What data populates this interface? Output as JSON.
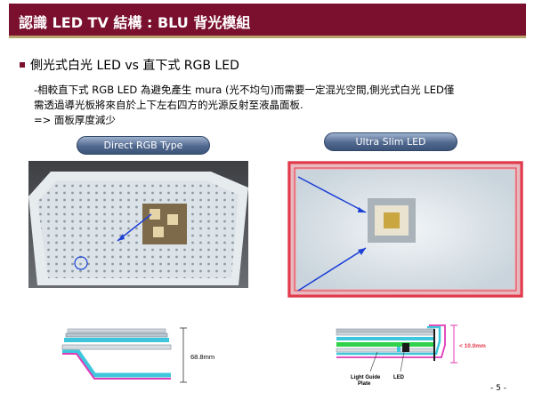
{
  "header": {
    "title": "認識 LED TV 結構 : BLU 背光模組"
  },
  "section": {
    "bullet": "側光式白光 LED vs 直下式 RGB LED",
    "line1": "-相較直下式 RGB LED 為避免產生 mura (光不均勻)而需要一定混光空間,側光式白光 LED僅",
    "line2": "需透過導光板將來自於上下左右四方的光源反射至液晶面板.",
    "line3": "=> 面板厚度減少"
  },
  "labels": {
    "direct": "Direct RGB Type",
    "edge": "Ultra Slim LED"
  },
  "diagram_left": {
    "dimension": "68.8mm"
  },
  "diagram_right": {
    "dimension": "< 10.0mm",
    "lgp_line1": "Light Guide",
    "lgp_line2": "Plate",
    "led": "LED"
  },
  "footer": {
    "page": "- 5 -"
  },
  "colors": {
    "title_bg": "#7a0f2e",
    "title_rule": "#b8a16a",
    "pill": "#51698f",
    "highlight_red": "#e2394a",
    "arrow_blue": "#1c3fd6",
    "pink_path": "#e03ab8",
    "cyan_path": "#3ec7dc",
    "green_plate": "#2fd24a"
  }
}
